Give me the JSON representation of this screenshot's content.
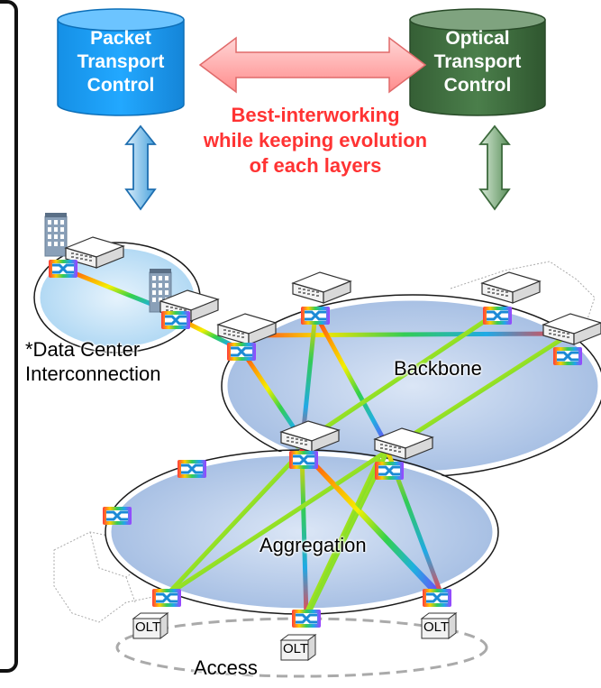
{
  "control": {
    "packet": [
      "Packet",
      "Transport",
      "Control"
    ],
    "optical": [
      "Optical",
      "Transport",
      "Control"
    ]
  },
  "interworking": [
    "Best-interworking",
    "while keeping evolution",
    "of each layers"
  ],
  "domains": {
    "data_center": [
      "*Data Center",
      "Interconnection"
    ],
    "backbone": "Backbone",
    "aggregation": "Aggregation",
    "access": "Access"
  },
  "olt_label": "OLT",
  "colors": {
    "packet_blue": "#1f9ff0",
    "optical_green": "#3e6e3e",
    "note_red": "#ff3333",
    "ellipse_fill": "#b7cdeb",
    "panel_border": "#111111"
  },
  "icons": [
    "building-icon",
    "packet-switch-icon",
    "optical-cross-connect-icon",
    "olt-box-icon"
  ]
}
